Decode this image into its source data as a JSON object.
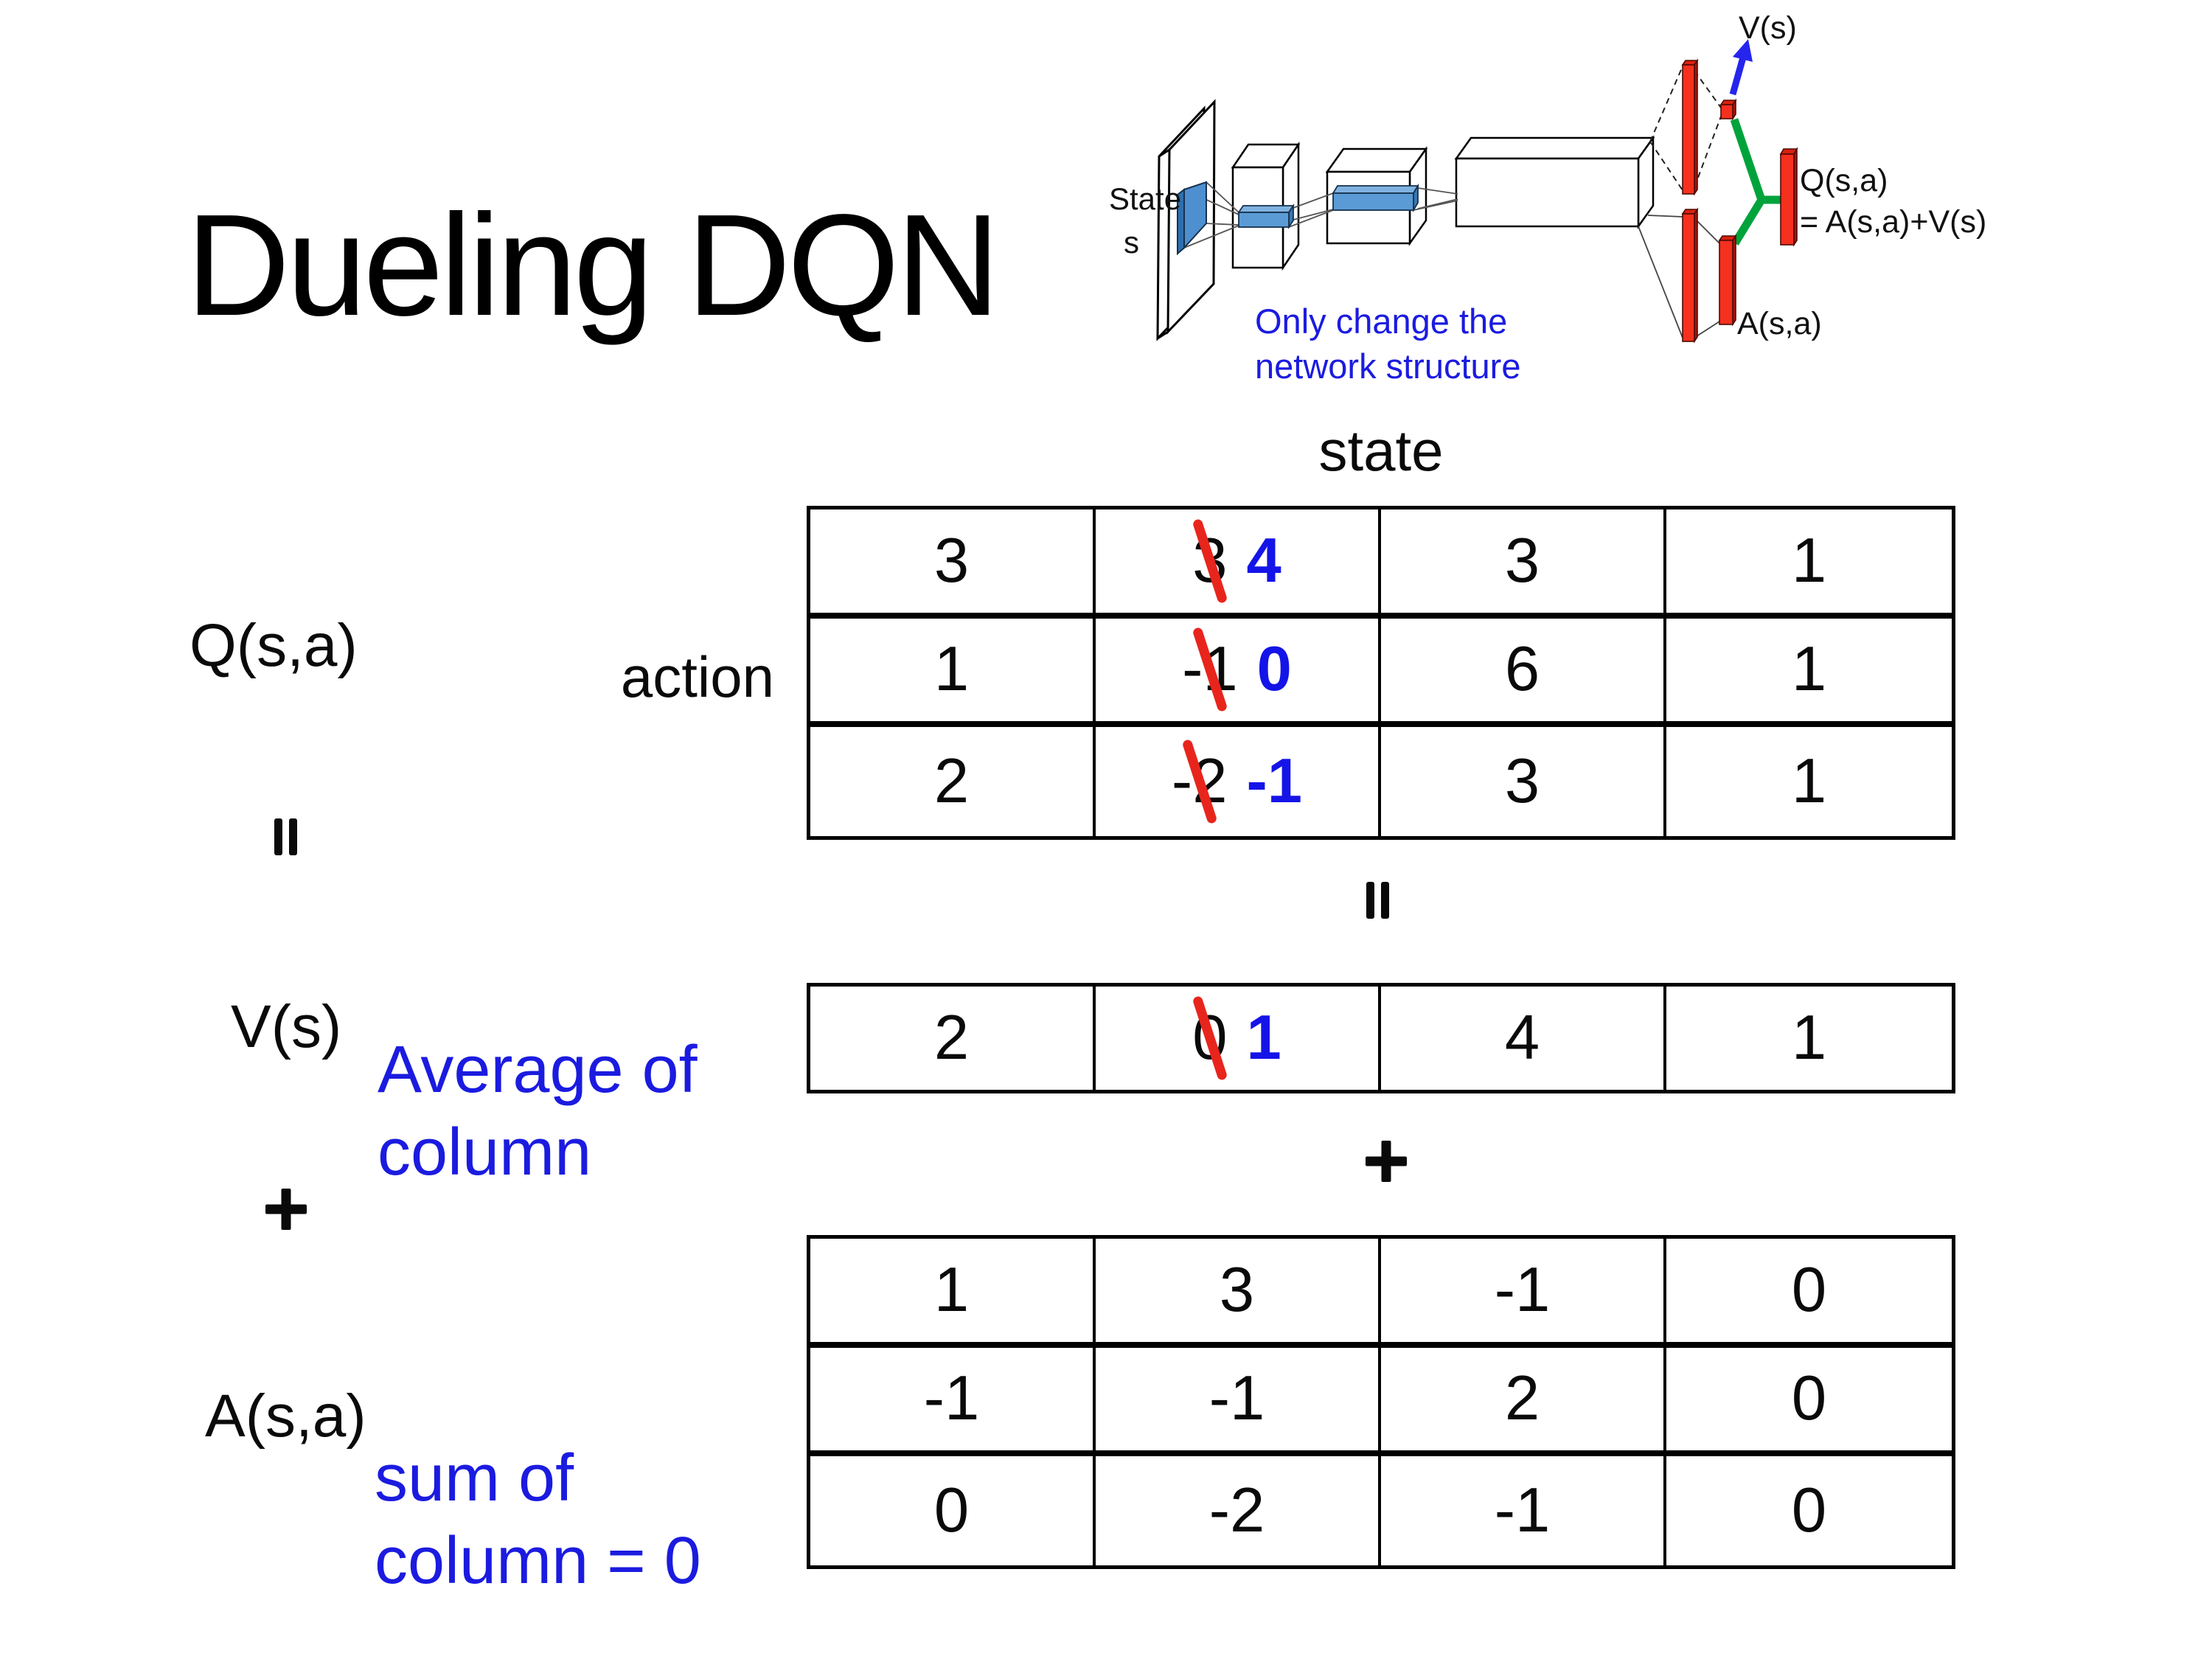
{
  "title": "Dueling DQN",
  "colors": {
    "note_blue": "#1b1be0",
    "new_value_blue": "#1414e8",
    "strike_red": "#e8251d",
    "bar_red": "#f5301e",
    "conv_blue": "#5b9bd5",
    "link_green": "#00a33b",
    "arrow_blue": "#2525ee"
  },
  "diagram": {
    "state_line1": "State",
    "state_line2": "s",
    "note_line1": "Only change the",
    "note_line2": "network structure",
    "v_out_label": "V(s)",
    "q_out_label": "Q(s,a)",
    "q_out_formula": "= A(s,a)+V(s)",
    "a_out_label": "A(s,a)"
  },
  "equation": {
    "q_label": "Q(s,a)",
    "v_label": "V(s)",
    "a_label": "A(s,a)",
    "state_header": "state",
    "action_label": "action",
    "avg_note_line1": "Average of",
    "avg_note_line2": "column",
    "sum_note_line1": "sum of",
    "sum_note_line2": "column = 0"
  },
  "q_table": {
    "rows": [
      [
        {
          "v": "3"
        },
        {
          "old": "3",
          "new": "4"
        },
        {
          "v": "3"
        },
        {
          "v": "1"
        }
      ],
      [
        {
          "v": "1"
        },
        {
          "old": "-1",
          "new": "0"
        },
        {
          "v": "6"
        },
        {
          "v": "1"
        }
      ],
      [
        {
          "v": "2"
        },
        {
          "old": "-2",
          "new": "-1"
        },
        {
          "v": "3"
        },
        {
          "v": "1"
        }
      ]
    ]
  },
  "v_row": {
    "rows": [
      [
        {
          "v": "2"
        },
        {
          "old": "0",
          "new": "1"
        },
        {
          "v": "4"
        },
        {
          "v": "1"
        }
      ]
    ]
  },
  "a_table": {
    "rows": [
      [
        {
          "v": "1"
        },
        {
          "v": "3"
        },
        {
          "v": "-1"
        },
        {
          "v": "0"
        }
      ],
      [
        {
          "v": "-1"
        },
        {
          "v": "-1"
        },
        {
          "v": "2"
        },
        {
          "v": "0"
        }
      ],
      [
        {
          "v": "0"
        },
        {
          "v": "-2"
        },
        {
          "v": "-1"
        },
        {
          "v": "0"
        }
      ]
    ]
  }
}
